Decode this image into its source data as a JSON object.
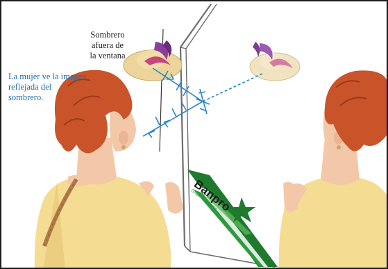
{
  "labels": {
    "hat_outside": "Sombrero\nafuera de\nla ventana",
    "woman_sees": "La mujer ve la imagen\nreflejada del\nsombrero."
  },
  "banner": {
    "brand": "Banpro",
    "subtitle": "Grupo Promerica"
  },
  "colors": {
    "ray": "#2a86c8",
    "hair": "#c9542a",
    "skin": "#f3c8a8",
    "top": "#f4dc92",
    "hat": "#ecd49a",
    "feather": "#8a3ea0",
    "brand_green": "#1f7a2e",
    "glass": "#6d6d6d"
  }
}
